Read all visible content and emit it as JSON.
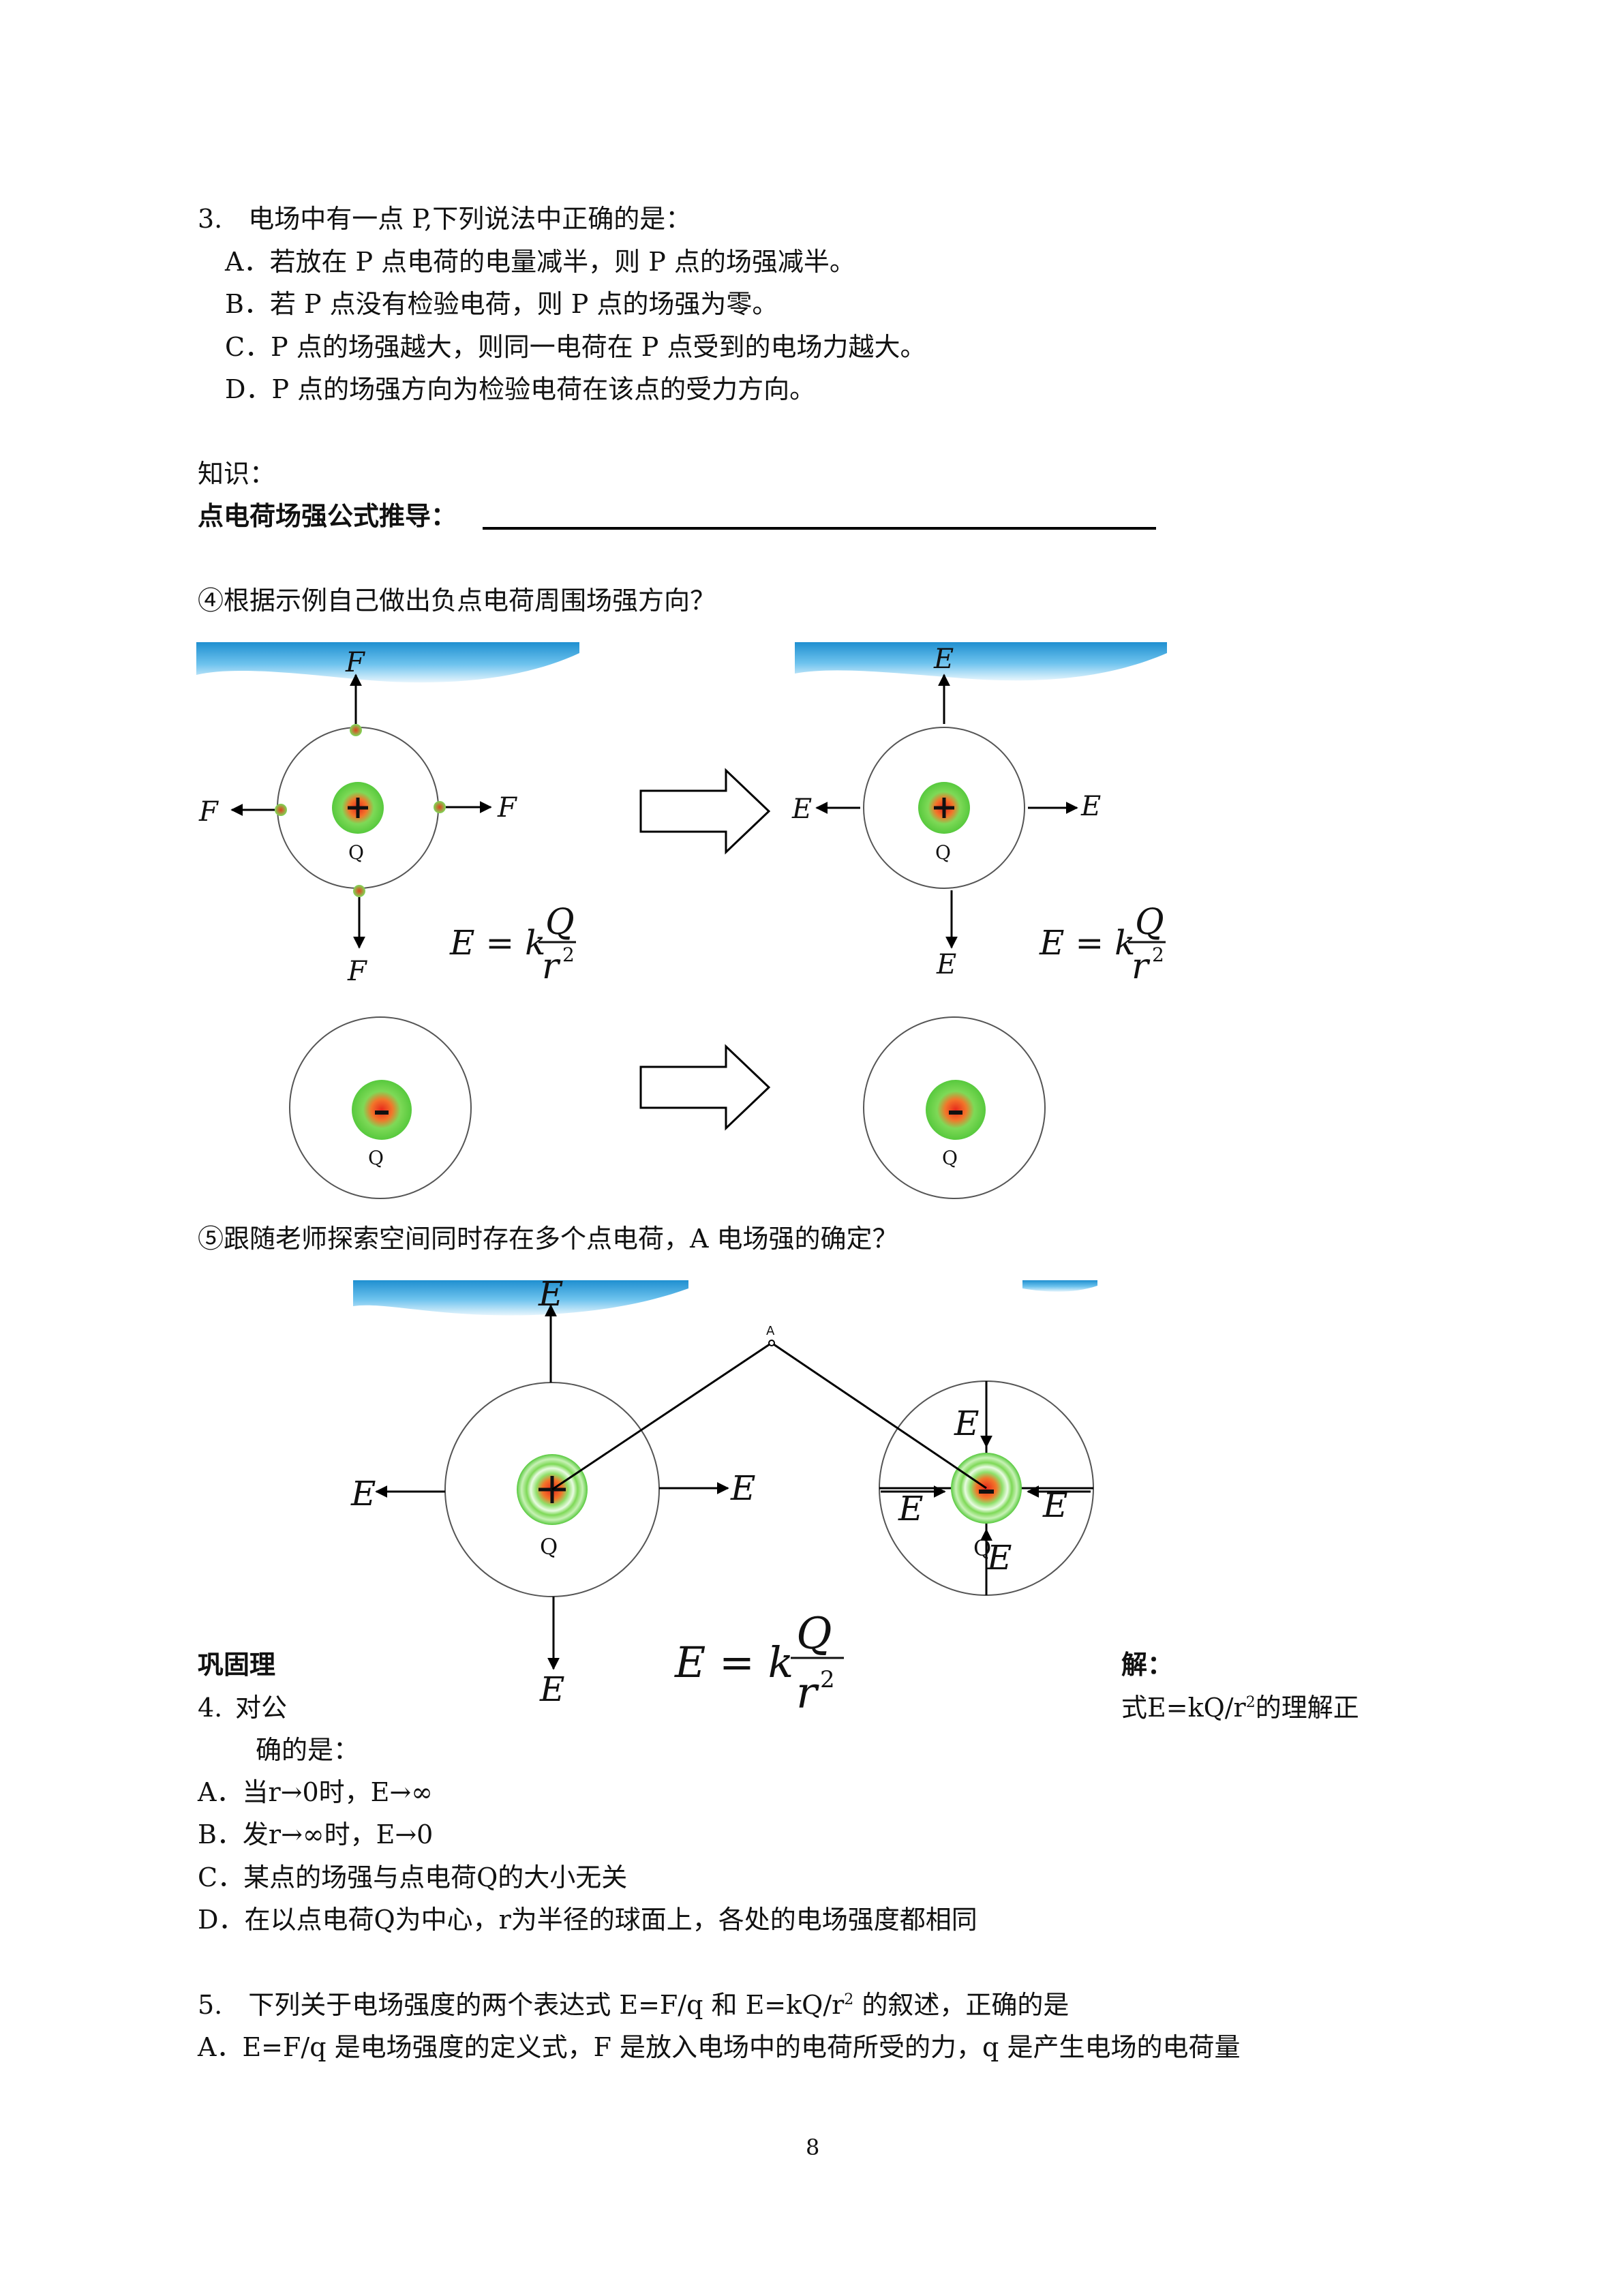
{
  "q3": {
    "stem": "3.　电场中有一点 P,下列说法中正确的是：",
    "options": [
      "A．若放在 P 点电荷的电量减半，则 P 点的场强减半。",
      "B．若 P 点没有检验电荷，则 P 点的场强为零。",
      "C．P 点的场强越大，则同一电荷在 P 点受到的电场力越大。",
      "D．P 点的场强方向为检验电荷在该点的受力方向。"
    ]
  },
  "knowledge": {
    "label": "知识：",
    "derivation": "点电荷场强公式推导："
  },
  "task4": {
    "prompt": "④根据示例自己做出负点电荷周围场强方向？",
    "force_label": "F",
    "field_label": "E",
    "charge_label": "Q",
    "plus": "+",
    "minus": "-",
    "formula": {
      "lhs": "E = k",
      "num": "Q",
      "den": "r",
      "exp": "2"
    }
  },
  "task5": {
    "prompt": "⑤跟随老师探索空间同时存在多个点电荷，A 电场强的确定？",
    "point_label": "A",
    "field_label": "E",
    "charge_label": "Q",
    "formula": {
      "lhs": "E = k",
      "num": "Q",
      "den": "r",
      "exp": "2"
    }
  },
  "consolidate": {
    "left": "巩固理",
    "right": "解："
  },
  "q4": {
    "num": "4.",
    "stem_a": "对公",
    "stem_b_pre": "式E=kQ/r",
    "stem_b_sup": "2",
    "stem_b_post": "的理解正",
    "stem_c": "确的是：",
    "options": [
      "A．当r→0时，E→∞",
      "B．发r→∞时，E→0",
      "C．某点的场强与点电荷Q的大小无关",
      "D．在以点电荷Q为中心，r为半径的球面上，各处的电场强度都相同"
    ]
  },
  "q5": {
    "stem_pre": "5.　下列关于电场强度的两个表达式 E=F/q 和 E=kQ/r",
    "stem_sup": "2",
    "stem_post": " 的叙述，正确的是",
    "option_a": "A．E=F/q 是电场强度的定义式，F 是放入电场中的电荷所受的力，q 是产生电场的电荷量"
  },
  "page_number": "8"
}
